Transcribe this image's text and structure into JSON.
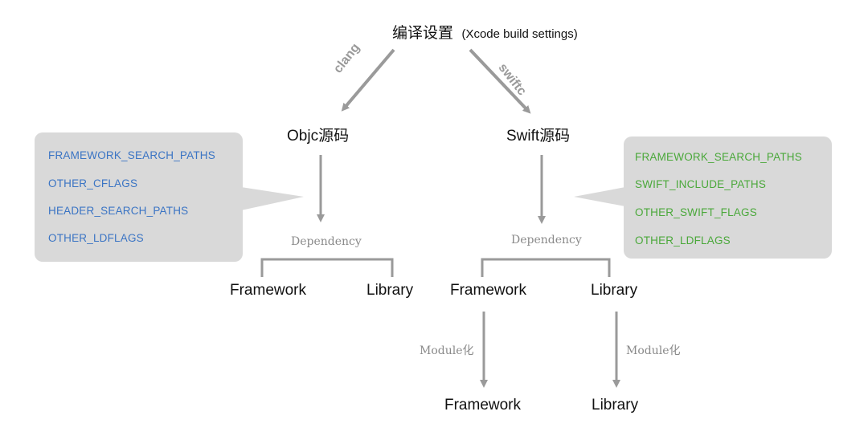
{
  "title": {
    "main": "编译设置",
    "sub": "(Xcode build settings)"
  },
  "edges": {
    "clang": "clang",
    "swiftc": "swiftc"
  },
  "nodes": {
    "objc_source": "Objc源码",
    "swift_source": "Swift源码",
    "left_dependency": "Dependency",
    "right_dependency": "Dependency",
    "left_framework": "Framework",
    "left_library": "Library",
    "right_framework": "Framework",
    "right_library": "Library",
    "module_framework": "Framework",
    "module_library": "Library",
    "modularize_left": "Module化",
    "modularize_right": "Module化"
  },
  "objc_flags": [
    "FRAMEWORK_SEARCH_PATHS",
    "OTHER_CFLAGS",
    "HEADER_SEARCH_PATHS",
    "OTHER_LDFLAGS"
  ],
  "swift_flags": [
    "FRAMEWORK_SEARCH_PATHS",
    "SWIFT_INCLUDE_PATHS",
    "OTHER_SWIFT_FLAGS",
    "OTHER_LDFLAGS"
  ],
  "colors": {
    "objc_flag": "#3a74c4",
    "swift_flag": "#4aa83a",
    "callout_bg": "#d9d9d9",
    "arrow": "#9a9a9a"
  }
}
